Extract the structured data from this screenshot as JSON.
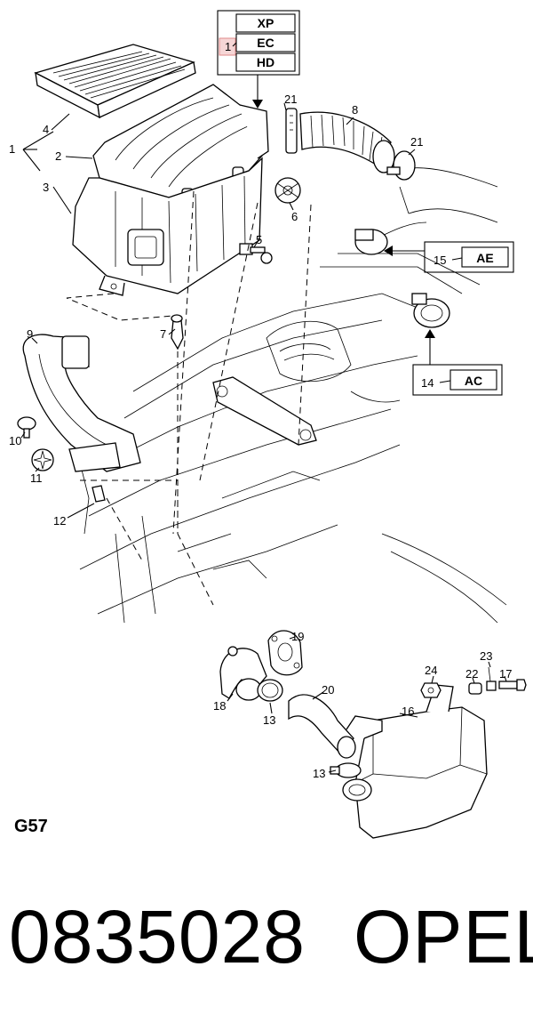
{
  "variant_box": {
    "ref": "1",
    "codes": [
      "XP",
      "EC",
      "HD"
    ]
  },
  "callouts": {
    "c1": "1",
    "c2": "2",
    "c3": "3",
    "c4": "4",
    "c5": "5",
    "c6": "6",
    "c7": "7",
    "c8": "8",
    "c9": "9",
    "c10": "10",
    "c11": "11",
    "c12": "12",
    "c13a": "13",
    "c13b": "13",
    "c16": "16",
    "c17": "17",
    "c18": "18",
    "c19": "19",
    "c20": "20",
    "c21a": "21",
    "c21b": "21",
    "c22": "22",
    "c23": "23",
    "c24": "24"
  },
  "option_boxes": [
    {
      "ref": "15",
      "code": "AE"
    },
    {
      "ref": "14",
      "code": "AC"
    }
  ],
  "figure_code": "G57",
  "part_number": "0835028",
  "brand": "OPEL"
}
